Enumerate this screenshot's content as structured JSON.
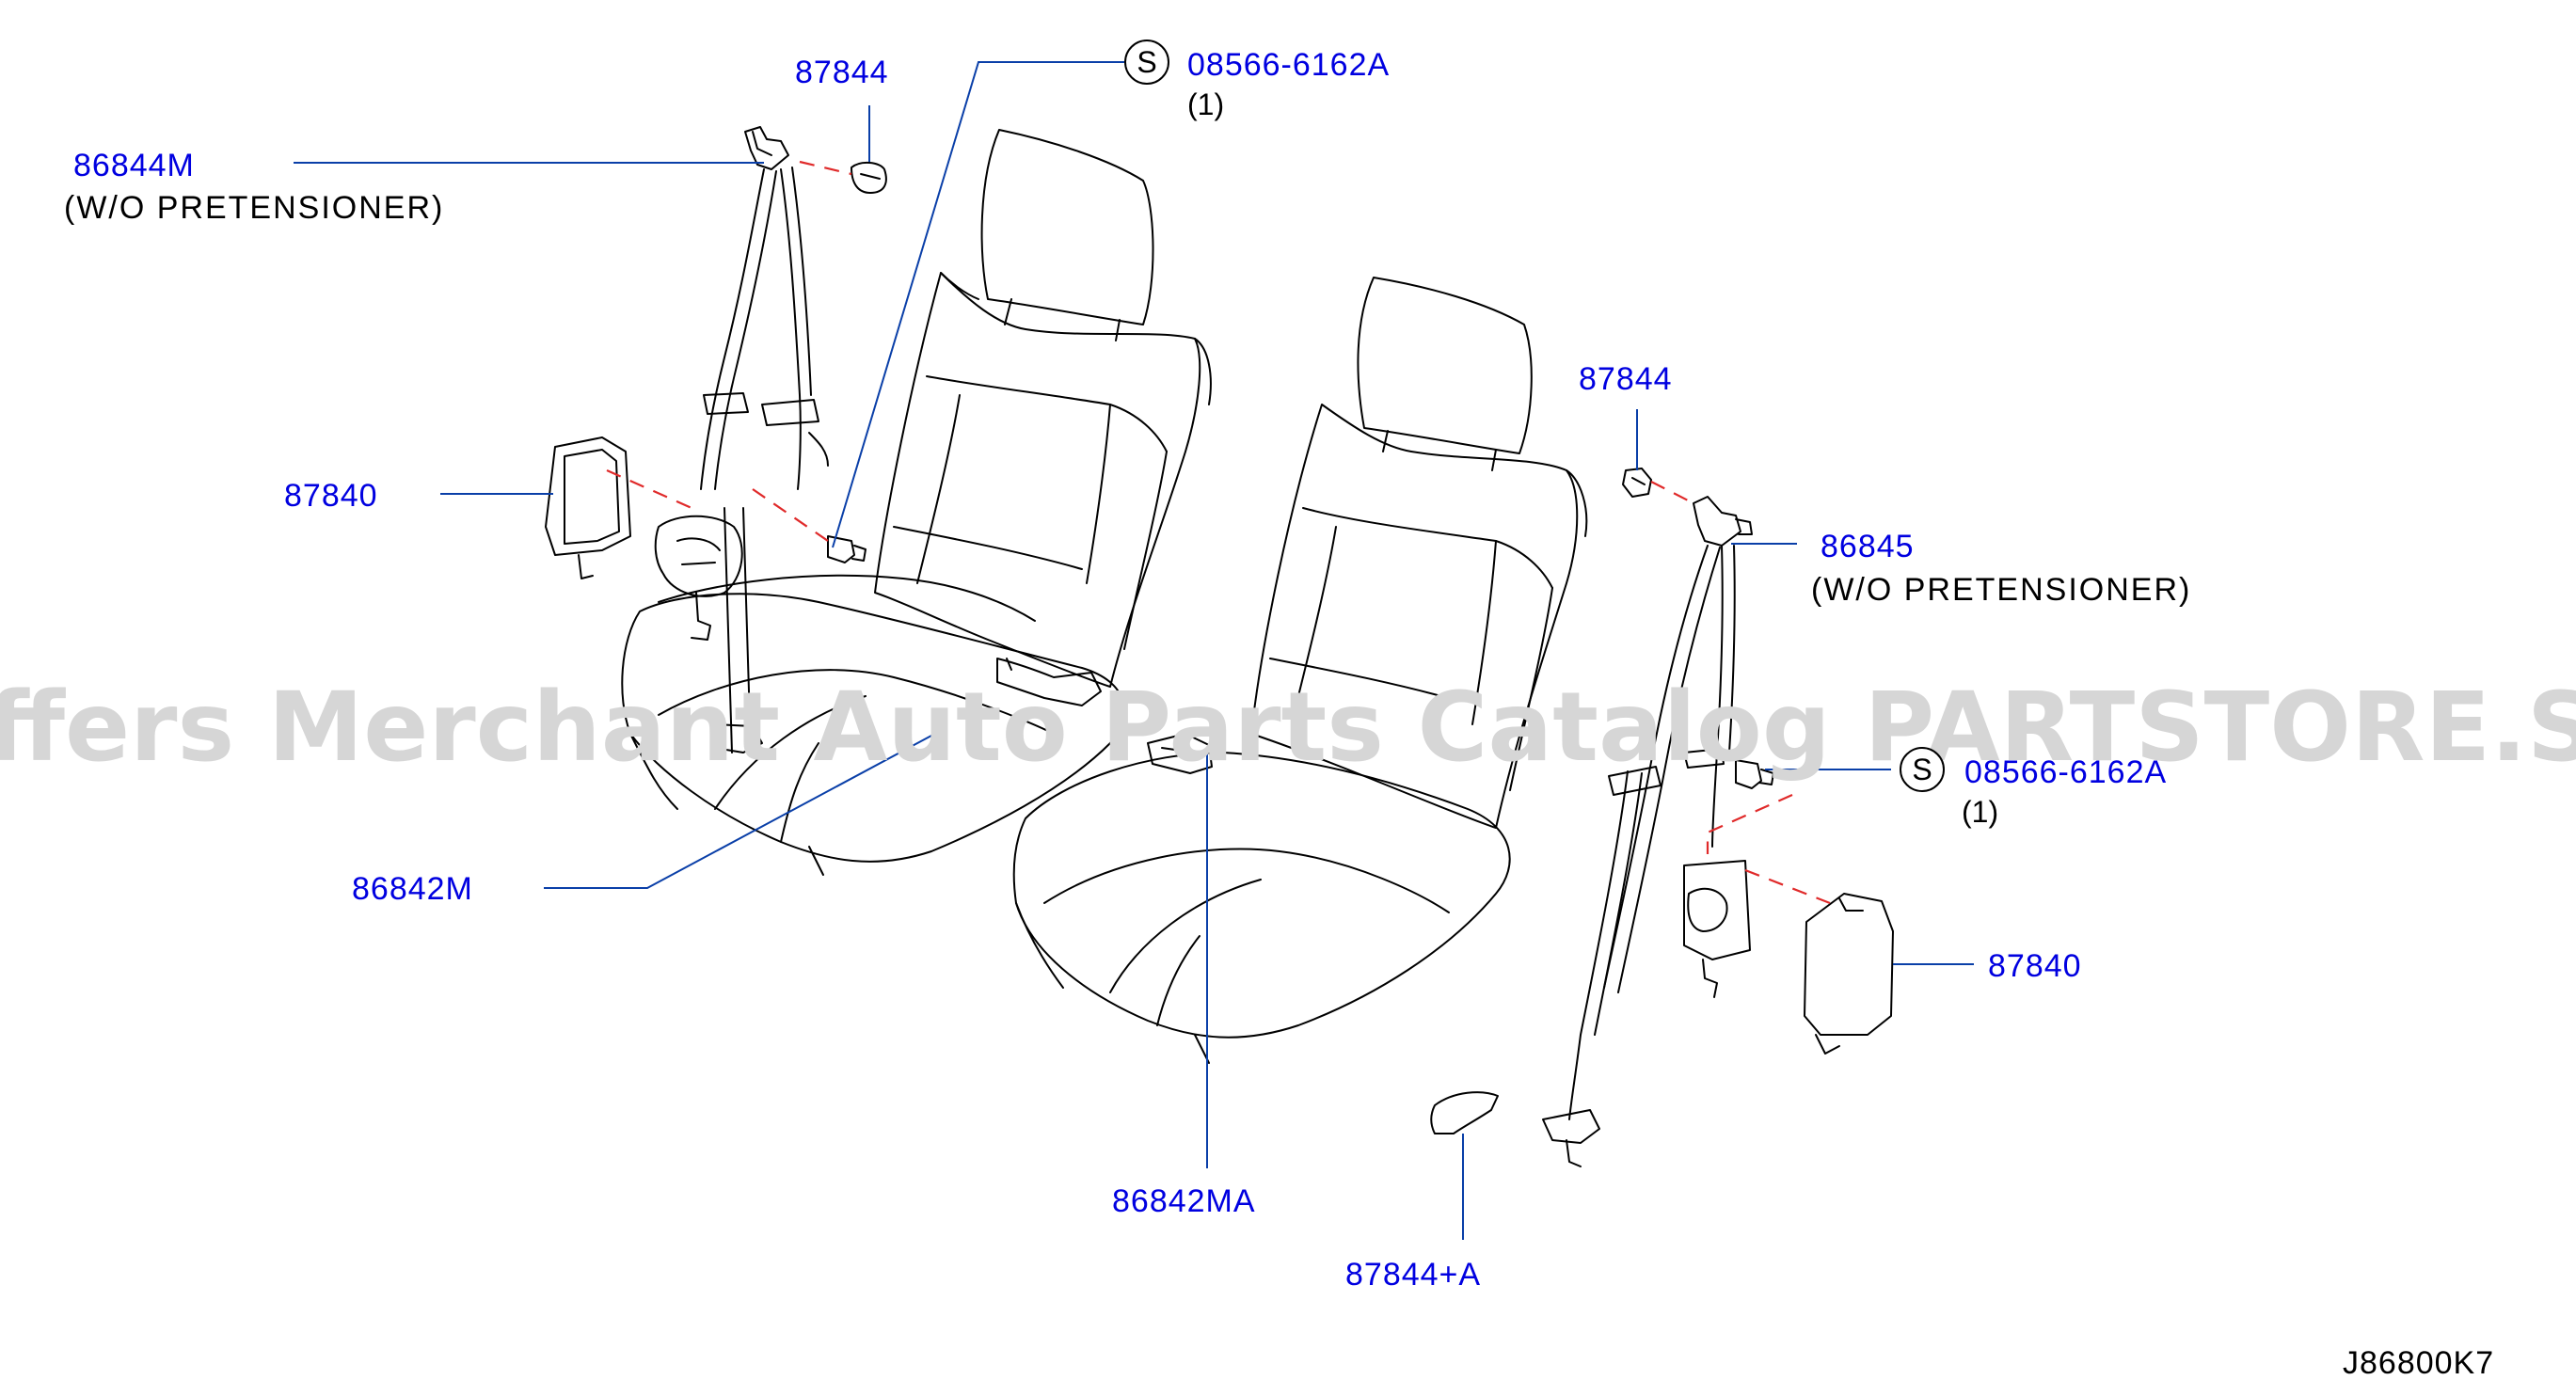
{
  "colors": {
    "label": "#0000e0",
    "note": "#000000",
    "leader": "#0a3fa8",
    "dashed": "#e02a2a",
    "drawing": "#000000",
    "watermark": "#d6d6d6"
  },
  "watermark": "Offers Merchant Auto Parts Catalog PARTSTORE.SA",
  "diagram_code": "J86800K7",
  "labels": {
    "p87844_top": "87844",
    "p86844M": "86844M",
    "p86844M_note": "(W/O  PRETENSIONER)",
    "s_left_symbol": "S",
    "s_left_part": "08566-6162A",
    "s_left_qty": "(1)",
    "p87840_left": "87840",
    "p86842M": "86842M",
    "p86842MA": "86842MA",
    "p87844_right": "87844",
    "p86845": "86845",
    "p86845_note": "(W/O  PRETENSIONER)",
    "s_right_symbol": "S",
    "s_right_part": "08566-6162A",
    "s_right_qty": "(1)",
    "p87840_right": "87840",
    "p87844A": "87844+A"
  }
}
